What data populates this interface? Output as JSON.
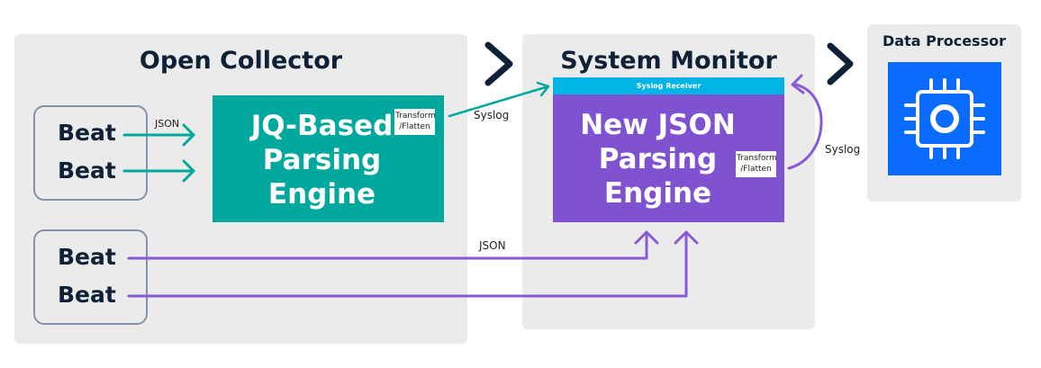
{
  "panels": {
    "open_collector": "Open Collector",
    "system_monitor": "System Monitor",
    "data_processor": "Data Processor"
  },
  "beats": [
    "Beat",
    "Beat",
    "Beat",
    "Beat"
  ],
  "engines": {
    "jq": {
      "lines": [
        "JQ-Based",
        "Parsing",
        "Engine"
      ],
      "badge": [
        "Transform",
        "/Flatten"
      ]
    },
    "json": {
      "lines": [
        "New JSON",
        "Parsing",
        "Engine"
      ],
      "badge": [
        "Transform",
        "/Flatten"
      ]
    }
  },
  "syslog_receiver": "Syslog Receiver",
  "edge_labels": {
    "json_top": "JSON",
    "syslog_mid": "Syslog",
    "syslog_right": "Syslog",
    "json_bottom": "JSON"
  },
  "icons": {
    "processor": "cpu-chip-icon",
    "chevron": "chevron-right-icon"
  },
  "colors": {
    "panel": "#ebebeb",
    "teal": "#00a89d",
    "purple": "#7f52d1",
    "receiver": "#00b4e6",
    "blue": "#0a6cff",
    "dark": "#0f2137",
    "outline": "#8593a6"
  }
}
